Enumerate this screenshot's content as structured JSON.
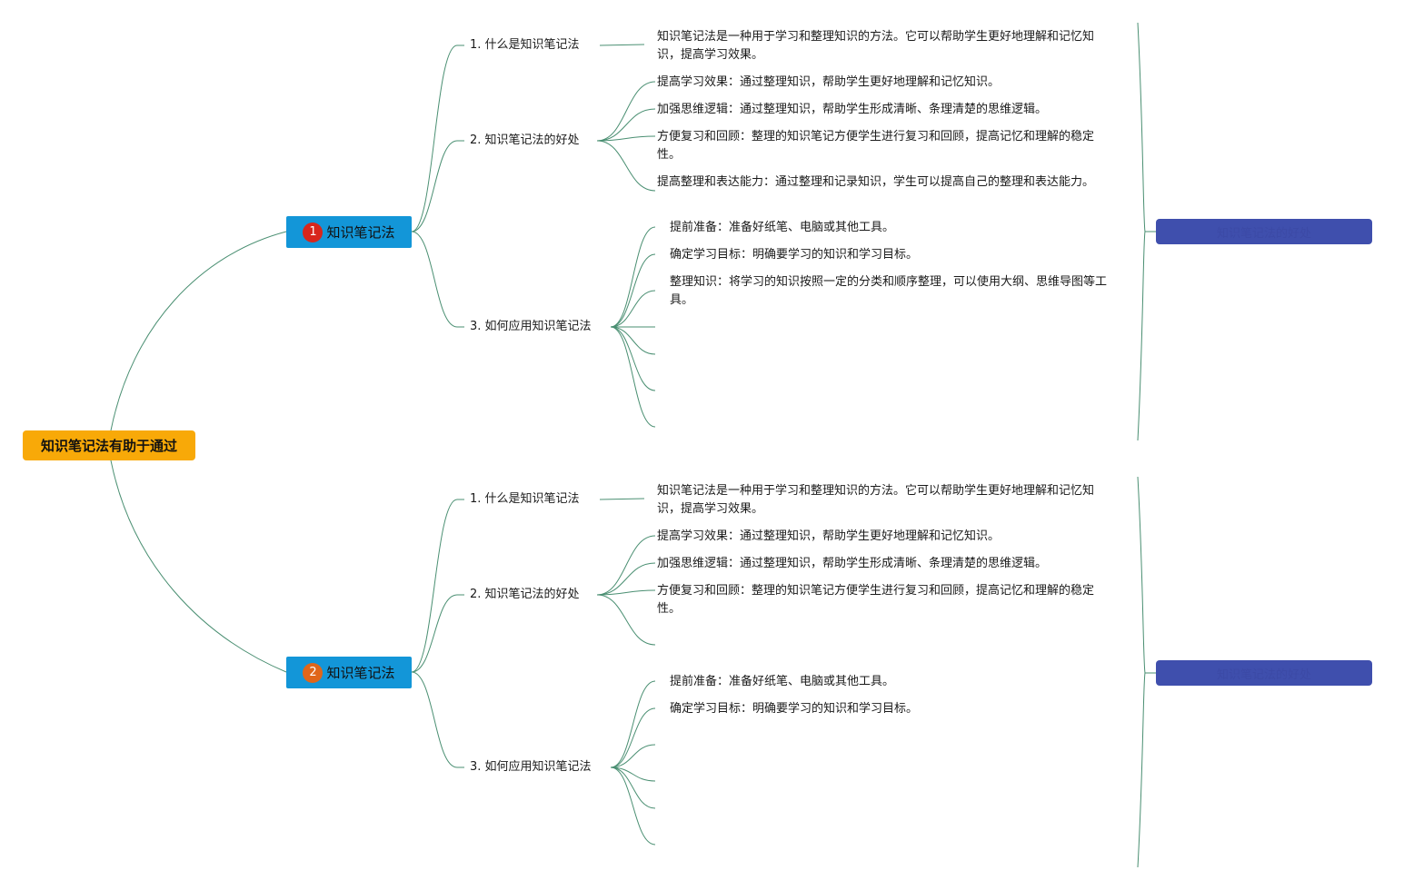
{
  "root": {
    "label": "知识笔记法有助于通过",
    "color": "#f8a908"
  },
  "colors": {
    "line": "#4a8f72",
    "topic": "#1396d8",
    "summary": "#3f4fad"
  },
  "branches": [
    {
      "number": "1",
      "badge_color": "#d8261c",
      "label": "知识笔记法",
      "summary": "知识笔记法的好处",
      "subtopics": [
        {
          "label": "1. 什么是知识笔记法",
          "items": [
            "知识笔记法是一种用于学习和整理知识的方法。它可以帮助学生更好地理解和记忆知识，提高学习效果。"
          ]
        },
        {
          "label": "2. 知识笔记法的好处",
          "items": [
            "提高学习效果：通过整理知识，帮助学生更好地理解和记忆知识。",
            "加强思维逻辑：通过整理知识，帮助学生形成清晰、条理清楚的思维逻辑。",
            "方便复习和回顾：整理的知识笔记方便学生进行复习和回顾，提高记忆和理解的稳定性。",
            "提高整理和表达能力：通过整理和记录知识，学生可以提高自己的整理和表达能力。"
          ]
        },
        {
          "label": "3. 如何应用知识笔记法",
          "items": [
            "提前准备：准备好纸笔、电脑或其他工具。",
            "确定学习目标：明确要学习的知识和学习目标。",
            "整理知识：将学习的知识按照一定的分类和顺序整理，可以使用大纲、思维导图等工具。",
            "",
            "",
            "",
            ""
          ]
        }
      ]
    },
    {
      "number": "2",
      "badge_color": "#e0661a",
      "label": "知识笔记法",
      "summary": "知识笔记法的好处",
      "subtopics": [
        {
          "label": "1. 什么是知识笔记法",
          "items": [
            "知识笔记法是一种用于学习和整理知识的方法。它可以帮助学生更好地理解和记忆知识，提高学习效果。"
          ]
        },
        {
          "label": "2. 知识笔记法的好处",
          "items": [
            "提高学习效果：通过整理知识，帮助学生更好地理解和记忆知识。",
            "加强思维逻辑：通过整理知识，帮助学生形成清晰、条理清楚的思维逻辑。",
            "方便复习和回顾：整理的知识笔记方便学生进行复习和回顾，提高记忆和理解的稳定性。",
            ""
          ]
        },
        {
          "label": "3. 如何应用知识笔记法",
          "items": [
            "提前准备：准备好纸笔、电脑或其他工具。",
            "确定学习目标：明确要学习的知识和学习目标。",
            "",
            "",
            "",
            ""
          ]
        }
      ]
    }
  ]
}
